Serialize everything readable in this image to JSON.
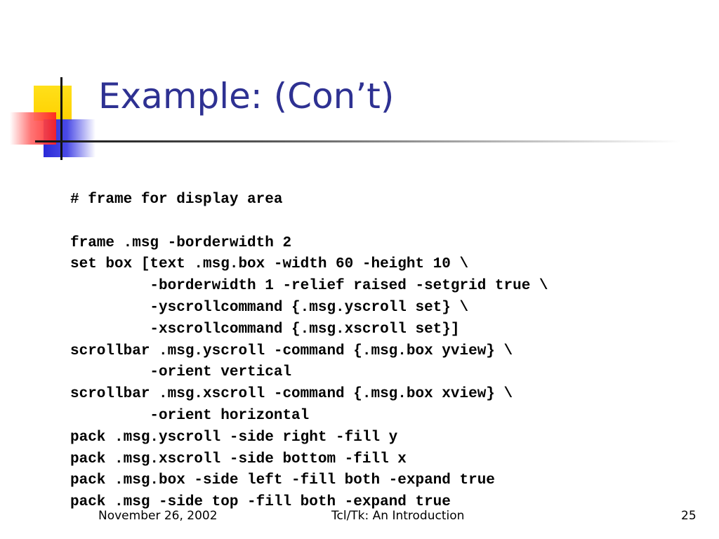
{
  "slide": {
    "title": "Example: (Con’t)",
    "code_lines": [
      "# frame for display area",
      "",
      "frame .msg -borderwidth 2",
      "set box [text .msg.box -width 60 -height 10 \\",
      "         -borderwidth 1 -relief raised -setgrid true \\",
      "         -yscrollcommand {.msg.yscroll set} \\",
      "         -xscrollcommand {.msg.xscroll set}]",
      "scrollbar .msg.yscroll -command {.msg.box yview} \\",
      "         -orient vertical",
      "scrollbar .msg.xscroll -command {.msg.box xview} \\",
      "         -orient horizontal",
      "pack .msg.yscroll -side right -fill y",
      "pack .msg.xscroll -side bottom -fill x",
      "pack .msg.box -side left -fill both -expand true",
      "pack .msg -side top -fill both -expand true"
    ]
  },
  "footer": {
    "date": "November 26, 2002",
    "presentation_title": "Tcl/Tk: An Introduction",
    "page_number": "25"
  },
  "colors": {
    "title": "#2e3192",
    "logo_yellow": "#ffd100",
    "logo_red": "#ff1f1f",
    "logo_blue": "#2a2ad8"
  }
}
